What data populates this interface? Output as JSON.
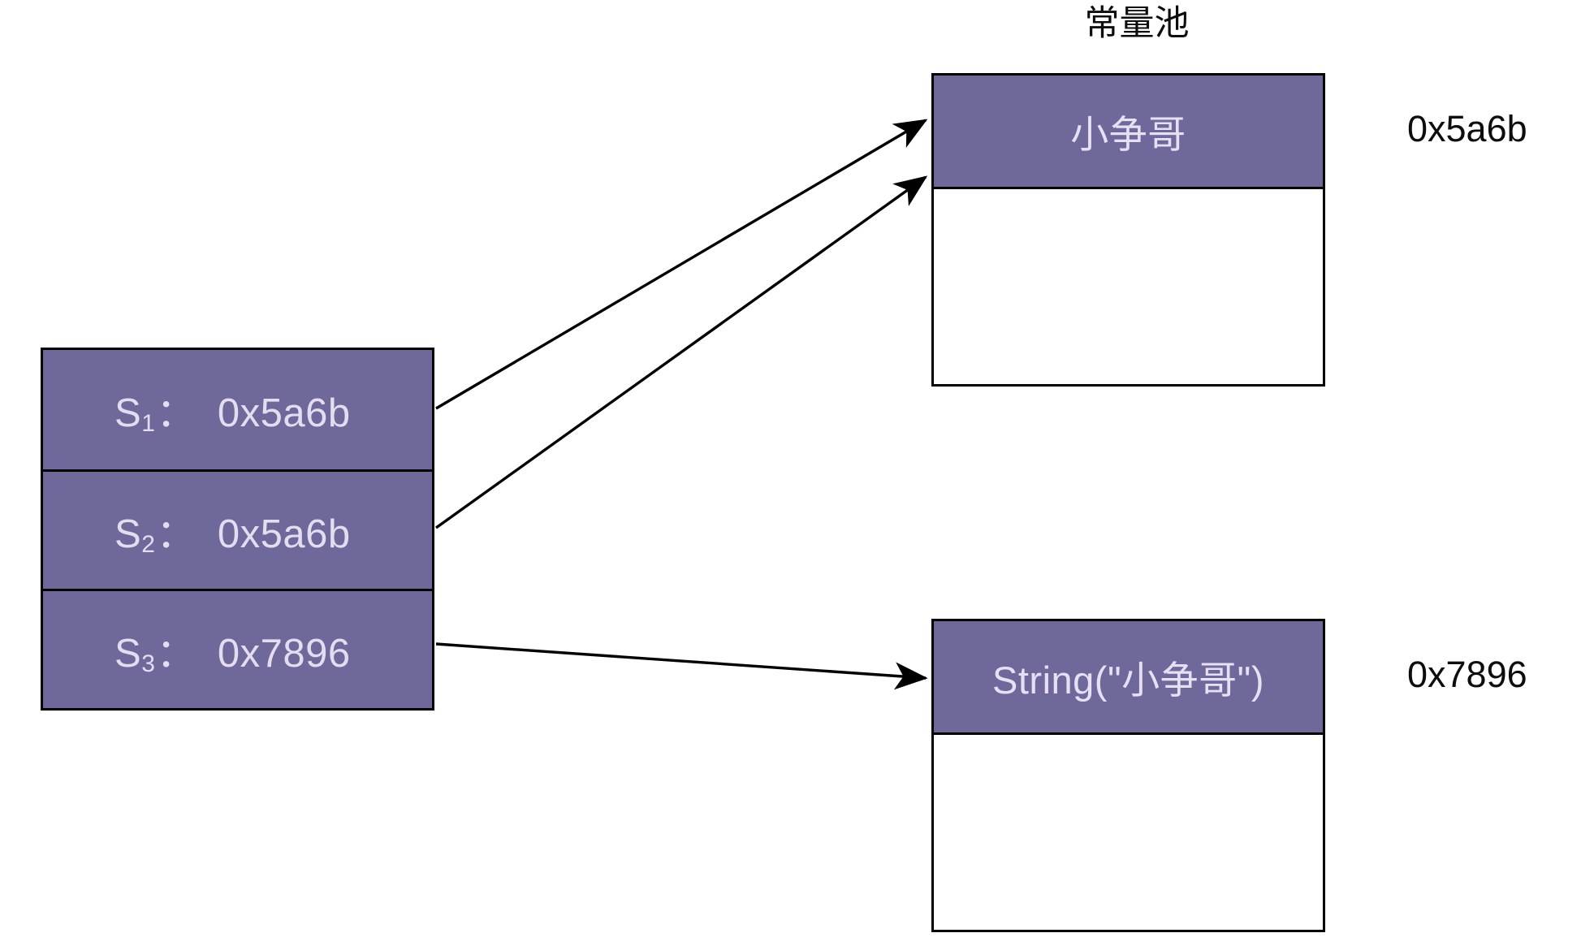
{
  "diagram": {
    "pool_title": "常量池",
    "colors": {
      "block_fill": "#6f699b",
      "block_text": "#e4dcef",
      "border": "#000000",
      "background": "#ffffff",
      "caption_text": "#0d0d0d"
    }
  },
  "variables": [
    {
      "name": "S",
      "subscript": "1",
      "separator": "：",
      "value": "0x5a6b"
    },
    {
      "name": "S",
      "subscript": "2",
      "separator": "：",
      "value": "0x5a6b"
    },
    {
      "name": "S",
      "subscript": "3",
      "separator": "：",
      "value": "0x7896"
    }
  ],
  "pool_entries": [
    {
      "label": "小争哥",
      "address": "0x5a6b"
    },
    {
      "label": "String(\"小争哥\")",
      "address": "0x7896"
    }
  ],
  "arrows": [
    {
      "from": "S1",
      "to": "pool-entry-0"
    },
    {
      "from": "S2",
      "to": "pool-entry-0"
    },
    {
      "from": "S3",
      "to": "pool-entry-1"
    }
  ]
}
